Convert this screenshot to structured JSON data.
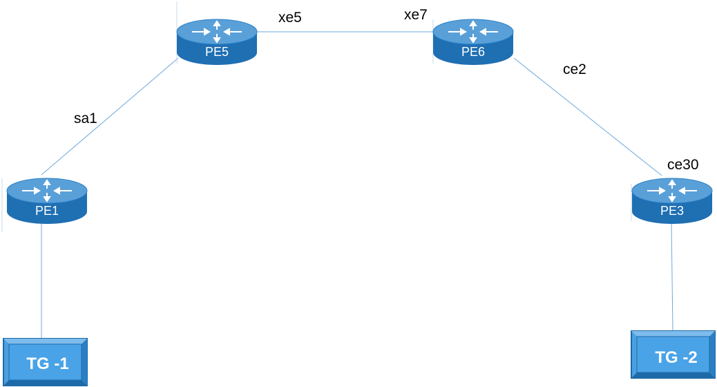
{
  "colors": {
    "link": "#6fa8dc",
    "router_top": "#5aa0d8",
    "router_side": "#1f6fb3",
    "router_edge": "#2a7fc4",
    "tg_fill": "#4a9fe0",
    "tg_edge": "#1e6aa8"
  },
  "routers": {
    "pe5": {
      "label": "PE5",
      "icon": "router-icon"
    },
    "pe6": {
      "label": "PE6",
      "icon": "router-icon"
    },
    "pe1": {
      "label": "PE1",
      "icon": "router-icon"
    },
    "pe3": {
      "label": "PE3",
      "icon": "router-icon"
    }
  },
  "interfaces": {
    "xe5": "xe5",
    "xe7": "xe7",
    "sa1": "sa1",
    "ce2": "ce2",
    "ce30": "ce30"
  },
  "traffic_generators": {
    "tg1": {
      "label": "TG -1"
    },
    "tg2": {
      "label": "TG -2"
    }
  }
}
